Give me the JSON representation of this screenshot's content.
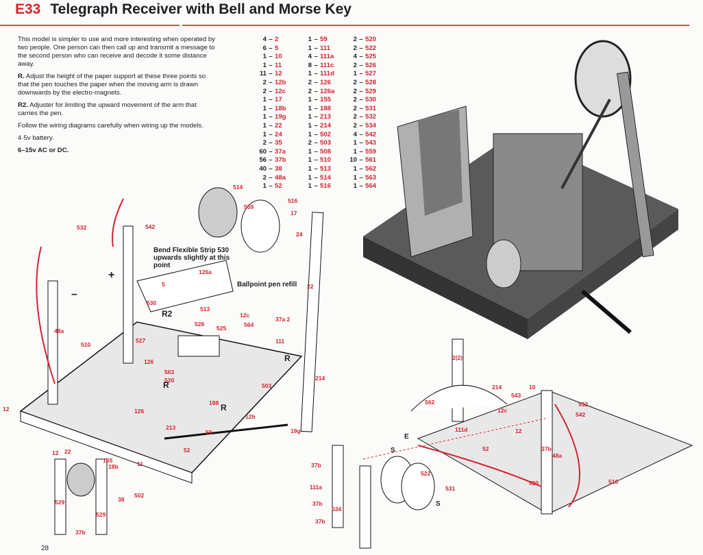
{
  "title": {
    "code": "E33",
    "text": "Telegraph Receiver with Bell and Morse Key"
  },
  "intro": {
    "p1": "This model is simpler to use and more interesting when operated by two people. One person can then call up and transmit a message to the second person who can receive and decode it some distance away.",
    "r_label": "R.",
    "r_text": " Adjust the height of the paper support at these three points so that the pen touches the paper when the moving arm is drawn downwards by the electro-magnets.",
    "r2_label": "R2.",
    "r2_text": " Adjuster for limiting the upward movement of the arm that carries the pen.",
    "p4": "Follow the wiring diagrams carefully when wiring up the models.",
    "battery": "4·5v battery.",
    "supply": "6–15v AC or DC."
  },
  "parts": [
    [
      [
        "4",
        "2"
      ],
      [
        "6",
        "5"
      ],
      [
        "1",
        "10"
      ],
      [
        "1",
        "11"
      ],
      [
        "11",
        "12"
      ],
      [
        "2",
        "12b"
      ],
      [
        "2",
        "12c"
      ],
      [
        "1",
        "17"
      ],
      [
        "1",
        "18b"
      ],
      [
        "1",
        "19g"
      ],
      [
        "1",
        "22"
      ],
      [
        "1",
        "24"
      ],
      [
        "2",
        "35"
      ],
      [
        "60",
        "37a"
      ],
      [
        "56",
        "37b"
      ],
      [
        "40",
        "38"
      ],
      [
        "2",
        "48a"
      ],
      [
        "1",
        "52"
      ]
    ],
    [
      [
        "1",
        "59"
      ],
      [
        "1",
        "111"
      ],
      [
        "4",
        "111a"
      ],
      [
        "8",
        "111c"
      ],
      [
        "1",
        "111d"
      ],
      [
        "2",
        "126"
      ],
      [
        "2",
        "126a"
      ],
      [
        "1",
        "155"
      ],
      [
        "1",
        "188"
      ],
      [
        "1",
        "213"
      ],
      [
        "1",
        "214"
      ],
      [
        "1",
        "502"
      ],
      [
        "2",
        "503"
      ],
      [
        "1",
        "508"
      ],
      [
        "1",
        "510"
      ],
      [
        "1",
        "513"
      ],
      [
        "1",
        "514"
      ],
      [
        "1",
        "516"
      ]
    ],
    [
      [
        "2",
        "520"
      ],
      [
        "2",
        "522"
      ],
      [
        "4",
        "525"
      ],
      [
        "2",
        "526"
      ],
      [
        "1",
        "527"
      ],
      [
        "2",
        "528"
      ],
      [
        "2",
        "529"
      ],
      [
        "2",
        "530"
      ],
      [
        "2",
        "531"
      ],
      [
        "2",
        "532"
      ],
      [
        "2",
        "534"
      ],
      [
        "4",
        "542"
      ],
      [
        "1",
        "543"
      ],
      [
        "1",
        "559"
      ],
      [
        "10",
        "561"
      ],
      [
        "1",
        "562"
      ],
      [
        "1",
        "563"
      ],
      [
        "1",
        "564"
      ]
    ]
  ],
  "notes": {
    "bend": "Bend Flexible Strip 530 upwards slightly at this point",
    "pen": "Ballpoint pen refill",
    "r2": "R2",
    "r": "R",
    "plus": "+",
    "minus": "–"
  },
  "labels1": [
    "514",
    "516",
    "559",
    "17",
    "24",
    "532",
    "542",
    "126a",
    "5",
    "530",
    "513",
    "12c",
    "526",
    "525",
    "564",
    "37a 2",
    "111",
    "22",
    "48a",
    "510",
    "527",
    "126",
    "520",
    "563",
    "188",
    "12b",
    "503",
    "214",
    "12",
    "213",
    "59",
    "19g",
    "52",
    "502",
    "38",
    "529",
    "37b",
    "155",
    "18b",
    "11",
    "126",
    "529",
    "12",
    "22"
  ],
  "labels2": [
    "2(2)",
    "214",
    "562",
    "10",
    "543",
    "532",
    "542",
    "111d",
    "12c",
    "12",
    "52",
    "37b",
    "48a",
    "510",
    "530",
    "522",
    "531",
    "37b",
    "111a",
    "37b",
    "534",
    "37b",
    "E",
    "S",
    "S"
  ],
  "page_number": "28",
  "colors": {
    "accent": "#d2232f",
    "text": "#1d1d24"
  }
}
